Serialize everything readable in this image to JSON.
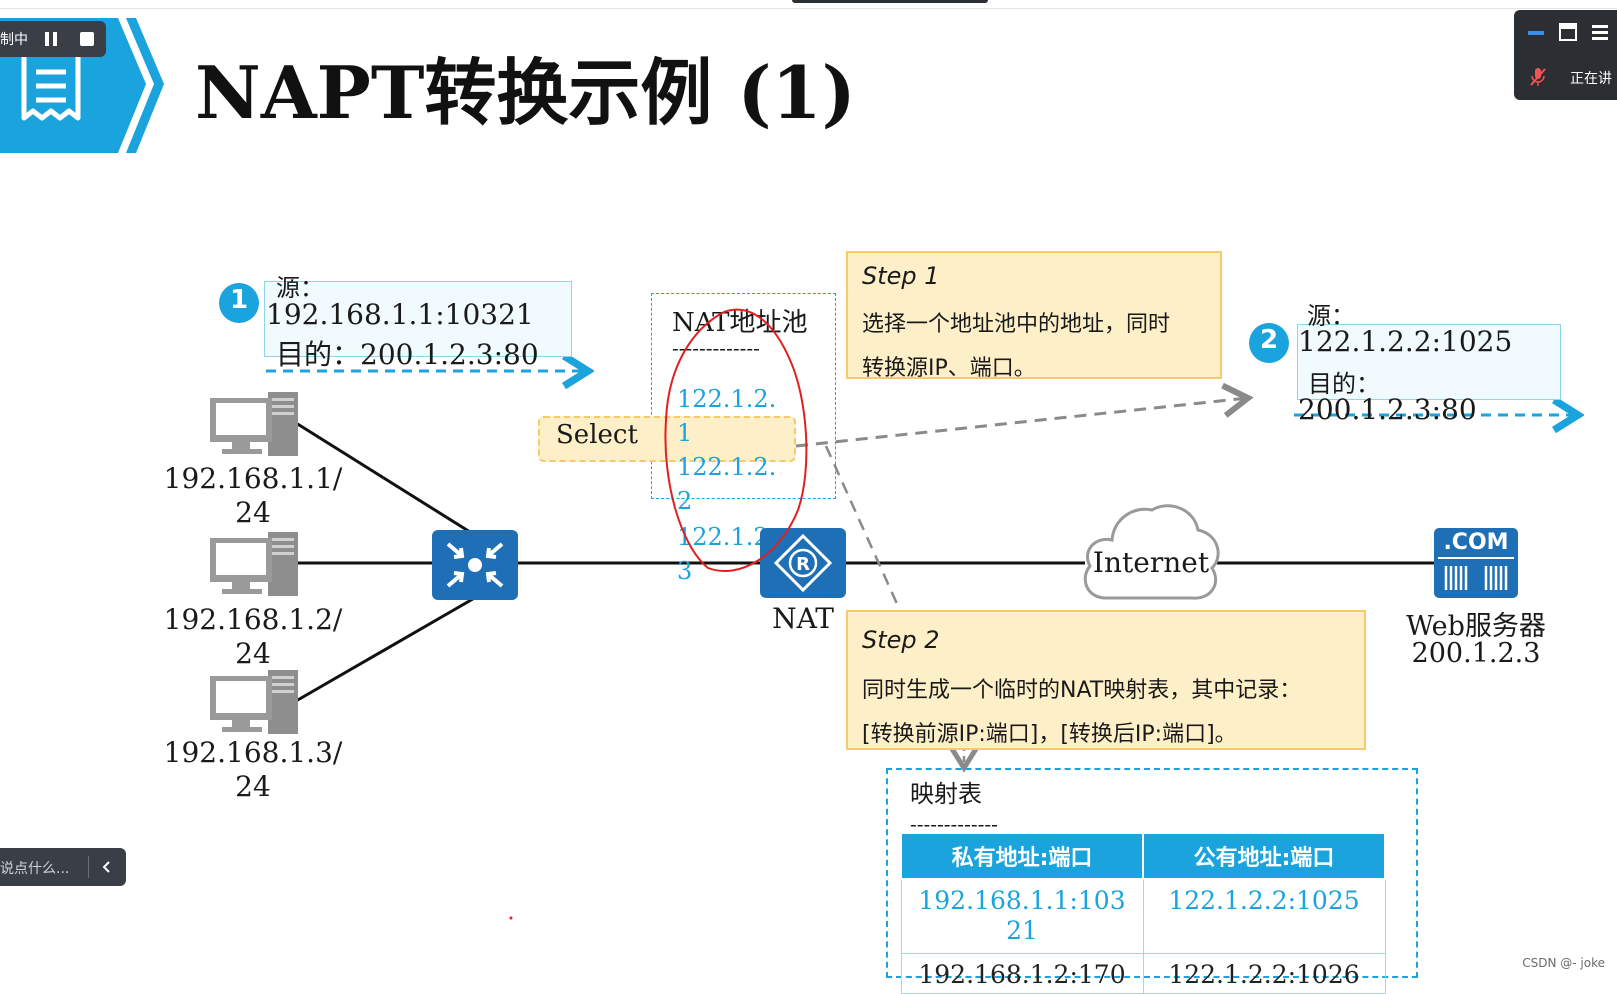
{
  "title": "NAPT转换示例 (1)",
  "recording": {
    "label": "制中"
  },
  "meeting": {
    "speaking": "正在讲"
  },
  "comment": {
    "placeholder": "说点什么..."
  },
  "packet1": {
    "step_num": "1",
    "src_label": "源：",
    "src_value": "192.168.1.1:10321",
    "dst_text": "目的：200.1.2.3:80"
  },
  "packet2": {
    "step_num": "2",
    "src_label": "源：",
    "src_value": "122.1.2.2:1025",
    "dst_label": "目的：",
    "dst_value": "200.1.2.3:80"
  },
  "step1": {
    "title": "Step 1",
    "line1": "选择一个地址池中的地址，同时",
    "line2": "转换源IP、端口。"
  },
  "step2": {
    "title": "Step 2",
    "line1": "同时生成一个临时的NAT映射表，其中记录：",
    "line2": "[转换前源IP:端口]，[转换后IP:端口]。"
  },
  "nat_pool": {
    "title": "NAT地址池",
    "divider": "-------------",
    "items": [
      {
        "l1": "122.1.2.",
        "l2": "1"
      },
      {
        "l1": "122.1.2.",
        "l2": "2"
      },
      {
        "l1": "122.1.2.",
        "l2": "3"
      }
    ]
  },
  "select_label": "Select",
  "hosts": [
    {
      "l1": "192.168.1.1/",
      "l2": "24"
    },
    {
      "l1": "192.168.1.2/",
      "l2": "24"
    },
    {
      "l1": "192.168.1.3/",
      "l2": "24"
    }
  ],
  "nat_label": "NAT",
  "internet_label": "Internet",
  "server": {
    "badge": ".COM",
    "name": "Web服务器",
    "ip": "200.1.2.3"
  },
  "mapping": {
    "title": "映射表",
    "divider": "-------------",
    "headers": [
      "私有地址:端口",
      "公有地址:端口"
    ],
    "rows": [
      {
        "private_l1": "192.168.1.1:103",
        "private_l2": "21",
        "public": "122.1.2.2:1025"
      },
      {
        "private_l1": "192.168.1.2:170",
        "private_l2": "",
        "public": "122.1.2.2:1026"
      }
    ]
  },
  "watermark": "CSDN @- joke",
  "colors": {
    "accent": "#1aa3dc",
    "step_fill": "#fdefc7",
    "step_border": "#f6c96a",
    "device_blue": "#1e6fb5",
    "annotation_red": "#e02020"
  }
}
